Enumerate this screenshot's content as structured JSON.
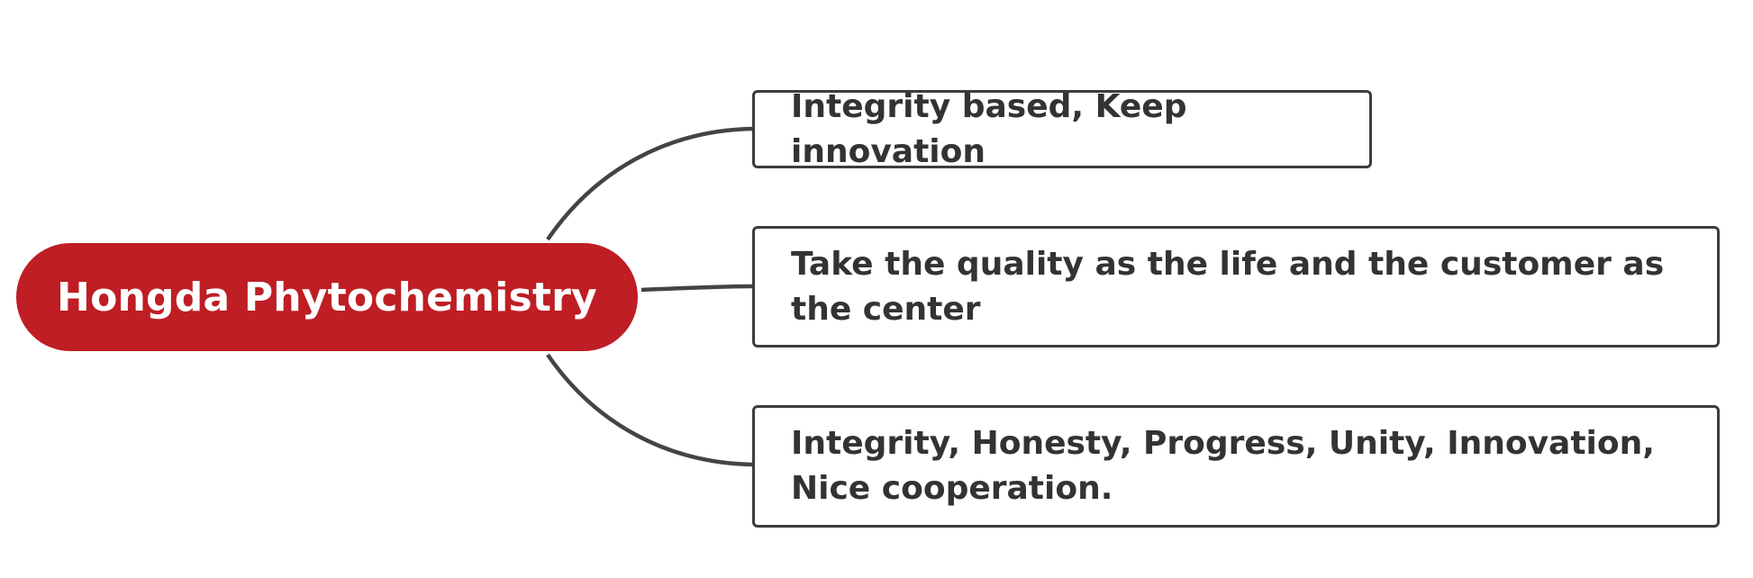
{
  "diagram": {
    "root": {
      "label": "Hongda Phytochemistry",
      "color": "#be1e24"
    },
    "branches": [
      {
        "label": "Integrity based, Keep innovation"
      },
      {
        "label": "Take the quality as the life and the customer as the center"
      },
      {
        "label": "Integrity, Honesty, Progress, Unity, Innovation, Nice cooperation."
      }
    ],
    "line_color": "#444444"
  }
}
